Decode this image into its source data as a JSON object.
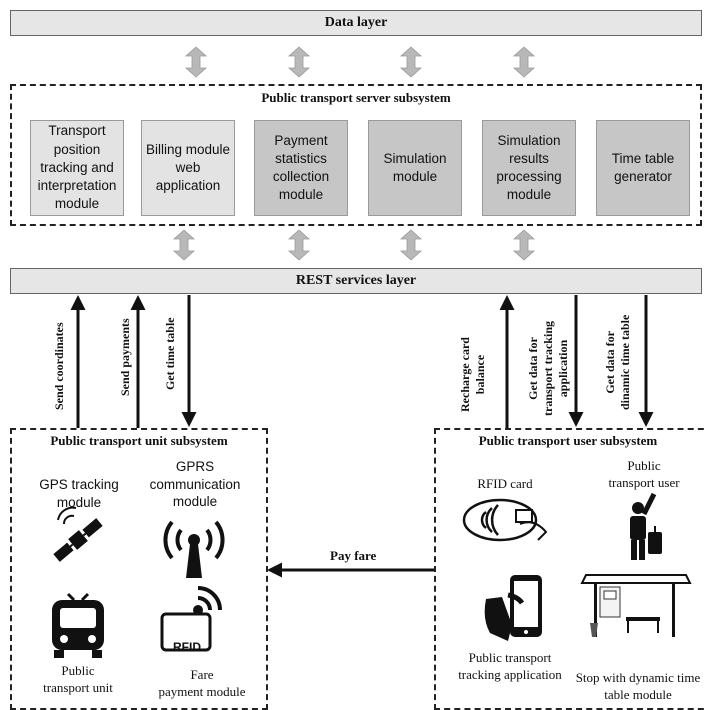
{
  "data_layer": "Data layer",
  "server_subsystem": {
    "title": "Public transport server subsystem",
    "modules": [
      "Transport position tracking and interpretation module",
      "Billing module web application",
      "Payment statistics collection module",
      "Simulation module",
      "Simulation results processing module",
      "Time table generator"
    ]
  },
  "rest_layer": "REST services layer",
  "unit_flows": {
    "send_coordinates": "Send coordinates",
    "send_payments": "Send payments",
    "get_time_table": "Get time table"
  },
  "user_flows": {
    "recharge_line1": "Recharge card",
    "recharge_line2": "balance",
    "tracking_line1": "Get data for",
    "tracking_line2": "transport tracking",
    "tracking_line3": "application",
    "dynamic_line1": "Get data for",
    "dynamic_line2": "dinamic time table"
  },
  "unit_subsystem": {
    "title": "Public transport unit subsystem",
    "gps_line1": "GPS tracking",
    "gps_line2": "module",
    "gprs_line1": "GPRS",
    "gprs_line2": "communication",
    "gprs_line3": "module",
    "vehicle_line1": "Public",
    "vehicle_line2": "transport unit",
    "fare_line1": "Fare",
    "fare_line2": "payment module",
    "rfid_text": "RFID"
  },
  "user_subsystem": {
    "title": "Public transport user subsystem",
    "rfid_card": "RFID card",
    "user_line1": "Public",
    "user_line2": "transport user",
    "app_line1": "Public transport",
    "app_line2": "tracking application",
    "stop_line1": "Stop with dynamic time",
    "stop_line2": "table module"
  },
  "pay_fare": "Pay fare"
}
